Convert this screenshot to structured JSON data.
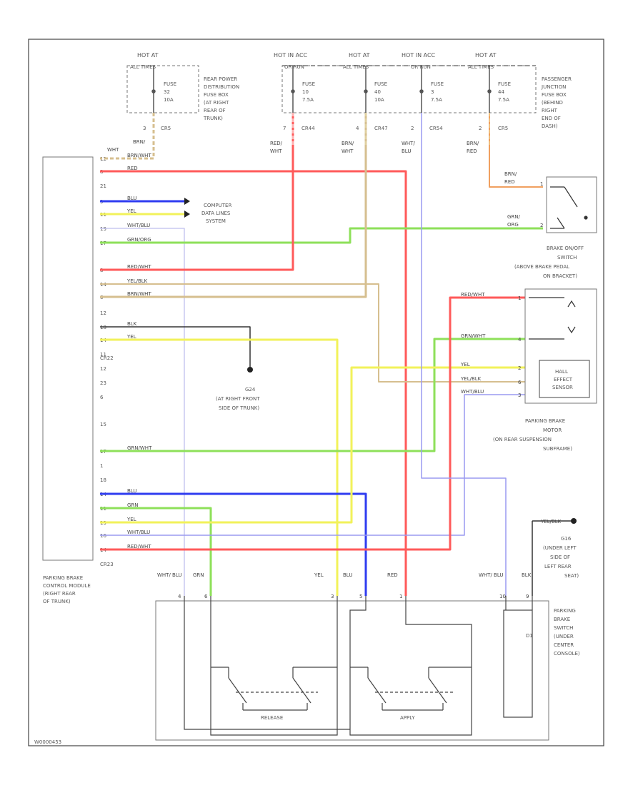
{
  "power": {
    "hot1": "HOT AT",
    "hot1_sub": "ALL TIMES",
    "hot2": "HOT IN ACC",
    "hot2_sub": "OR RUN",
    "hot3": "HOT AT",
    "hot3_sub": "ALL TIMES",
    "hot4": "HOT IN ACC",
    "hot4_sub": "OR RUN",
    "hot5": "HOT AT",
    "hot5_sub": "ALL TIMES"
  },
  "fuses": {
    "f1": [
      "FUSE",
      "32",
      "10A"
    ],
    "f2": [
      "FUSE",
      "10",
      "7.5A"
    ],
    "f3": [
      "FUSE",
      "40",
      "10A"
    ],
    "f4": [
      "FUSE",
      "3",
      "7.5A"
    ],
    "f5": [
      "FUSE",
      "44",
      "7.5A"
    ]
  },
  "fuse_box_rear": [
    "REAR POWER",
    "DISTRIBUTION",
    "FUSE BOX",
    "(AT RIGHT",
    "REAR OF",
    "TRUNK)"
  ],
  "fuse_box_passenger": [
    "PASSENGER",
    "JUNCTION",
    "FUSE BOX",
    "(BEHIND",
    "RIGHT",
    "END OF",
    "DASH)"
  ],
  "connectors": {
    "c1": "CR5",
    "c1_pin": "3",
    "c2": "CR44",
    "c2_pin": "7",
    "c3": "CR47",
    "c3_pin": "4",
    "c4": "CR54",
    "c4_pin": "2",
    "c5": "CR5",
    "c5_pin": "2",
    "cr22": "CR22",
    "cr23": "CR23"
  },
  "top_wires": {
    "w1": [
      "BRN/",
      "WHT"
    ],
    "w2": [
      "RED/",
      "WHT"
    ],
    "w3": [
      "BRN/",
      "WHT"
    ],
    "w4": [
      "WHT/",
      "BLU"
    ],
    "w5": [
      "BRN/",
      "RED"
    ]
  },
  "module": {
    "label": [
      "PARKING BRAKE",
      "CONTROL MODULE",
      "(RIGHT REAR",
      "OF TRUNK)"
    ],
    "pins": [
      {
        "pin": "12",
        "wire": "BRN/WHT"
      },
      {
        "pin": "8",
        "wire": "RED"
      },
      {
        "pin": "21",
        "wire": ""
      },
      {
        "pin": "9",
        "wire": "BLU"
      },
      {
        "pin": "11",
        "wire": "YEL"
      },
      {
        "pin": "19",
        "wire": "WHT/BLU"
      },
      {
        "pin": "17",
        "wire": "GRN/ORG"
      },
      {
        "pin": "8",
        "wire": "RED/WHT"
      },
      {
        "pin": "14",
        "wire": "YEL/BLK"
      },
      {
        "pin": "6",
        "wire": "BRN/WHT"
      },
      {
        "pin": "12",
        "wire": ""
      },
      {
        "pin": "18",
        "wire": "BLK"
      },
      {
        "pin": "14",
        "wire": "YEL"
      },
      {
        "pin": "11",
        "wire": ""
      },
      {
        "pin": "12",
        "wire": ""
      },
      {
        "pin": "23",
        "wire": ""
      },
      {
        "pin": "6",
        "wire": ""
      },
      {
        "pin": "15",
        "wire": ""
      },
      {
        "pin": "17",
        "wire": "GRN/WHT"
      },
      {
        "pin": "1",
        "wire": ""
      },
      {
        "pin": "18",
        "wire": ""
      },
      {
        "pin": "14",
        "wire": "BLU"
      },
      {
        "pin": "11",
        "wire": "GRN"
      },
      {
        "pin": "19",
        "wire": "YEL"
      },
      {
        "pin": "16",
        "wire": "WHT/BLU"
      },
      {
        "pin": "14",
        "wire": "RED/WHT"
      }
    ]
  },
  "data_link": [
    "COMPUTER",
    "DATA LINES",
    "SYSTEM"
  ],
  "ground_g24": [
    "G24",
    "(AT RIGHT FRONT",
    "SIDE OF TRUNK)"
  ],
  "ground_g16": [
    "G16",
    "(UNDER LEFT",
    "SIDE OF",
    "LEFT REAR",
    "SEAT)"
  ],
  "ground_g16_wire": "YEL/BLK",
  "brake_switch": {
    "label": [
      "BRAKE ON/OFF",
      "SWITCH",
      "(ABOVE BRAKE PEDAL",
      "ON BRACKET)"
    ],
    "w_top": [
      "BRN/",
      "RED"
    ],
    "w_top_pin": "1",
    "w_bot": [
      "GRN/",
      "ORG"
    ],
    "w_bot_pin": "2"
  },
  "motor": {
    "label": [
      "PARKING BRAKE",
      "MOTOR",
      "(ON REAR SUSPENSION",
      "SUBFRAME)"
    ],
    "hall": [
      "HALL",
      "EFFECT",
      "SENSOR"
    ],
    "wires": [
      {
        "wire": "RED/WHT",
        "pin": "1"
      },
      {
        "wire": "GRN/WHT",
        "pin": "4"
      },
      {
        "wire": "YEL",
        "pin": "2"
      },
      {
        "wire": "YEL/BLK",
        "pin": "6"
      },
      {
        "wire": "WHT/BLU",
        "pin": "3"
      }
    ]
  },
  "switch": {
    "label": [
      "PARKING",
      "BRAKE",
      "SWITCH",
      "(UNDER",
      "CENTER",
      "CONSOLE)"
    ],
    "release": "RELEASE",
    "apply": "APPLY",
    "d1": "D1",
    "wires": [
      {
        "wire": "WHT/ BLU",
        "pin": "4"
      },
      {
        "wire": "GRN",
        "pin": "6"
      },
      {
        "wire": "YEL",
        "pin": "3"
      },
      {
        "wire": "BLU",
        "pin": "5"
      },
      {
        "wire": "RED",
        "pin": "1"
      },
      {
        "wire": "WHT/ BLU",
        "pin": "10"
      },
      {
        "wire": "BLK",
        "pin": "9"
      }
    ]
  },
  "footer": "W0000453",
  "colors": {
    "red": "#ff5a5a",
    "blue": "#2f3cf0",
    "yellow": "#f2f25a",
    "green": "#8ee05a",
    "brown": "#d6bf8f",
    "lightblue": "#9a9af0",
    "black": "#333333",
    "orange": "#f0a060"
  }
}
